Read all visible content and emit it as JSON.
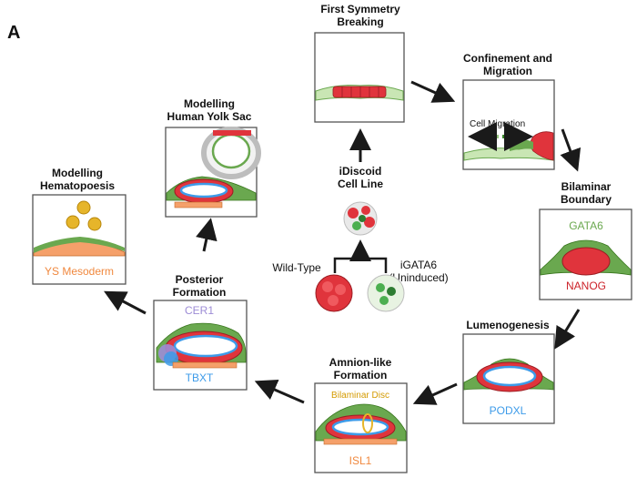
{
  "figure_label": "A",
  "colors": {
    "red_cells": "#e0343c",
    "green_cells": "#6aa84f",
    "light_green": "#c9e6b4",
    "blue_lining": "#3d9be9",
    "orange_cells": "#f5a06a",
    "yellow": "#e6b52a",
    "purple": "#9d8cd6",
    "panel_border": "#555555",
    "arrow": "#1a1a1a"
  },
  "center": {
    "title_line1": "iDiscoid",
    "title_line2": "Cell Line",
    "left_label": "Wild-Type",
    "right_label_line1": "iGATA6",
    "right_label_line2": "(Uninduced)"
  },
  "stages": {
    "first_symmetry": {
      "title_line1": "First Symmetry",
      "title_line2": "Breaking"
    },
    "confinement": {
      "title_line1": "Confinement and",
      "title_line2": "Migration",
      "inner_label": "Cell Migration"
    },
    "bilaminar": {
      "title_line1": "Bilaminar",
      "title_line2": "Boundary",
      "top_label": "GATA6",
      "bottom_label": "NANOG"
    },
    "lumenogenesis": {
      "title": "Lumenogenesis",
      "label": "PODXL"
    },
    "amnion": {
      "title_line1": "Amnion-like",
      "title_line2": "Formation",
      "top_label": "Bilaminar Disc",
      "bottom_label": "ISL1"
    },
    "posterior": {
      "title_line1": "Posterior",
      "title_line2": "Formation",
      "top_label": "CER1",
      "bottom_label": "TBXT"
    },
    "hematopoesis": {
      "title_line1": "Modelling",
      "title_line2": "Hematopoesis",
      "label": "YS Mesoderm"
    },
    "yolk_sac": {
      "title_line1": "Modelling",
      "title_line2": "Human Yolk Sac"
    }
  }
}
